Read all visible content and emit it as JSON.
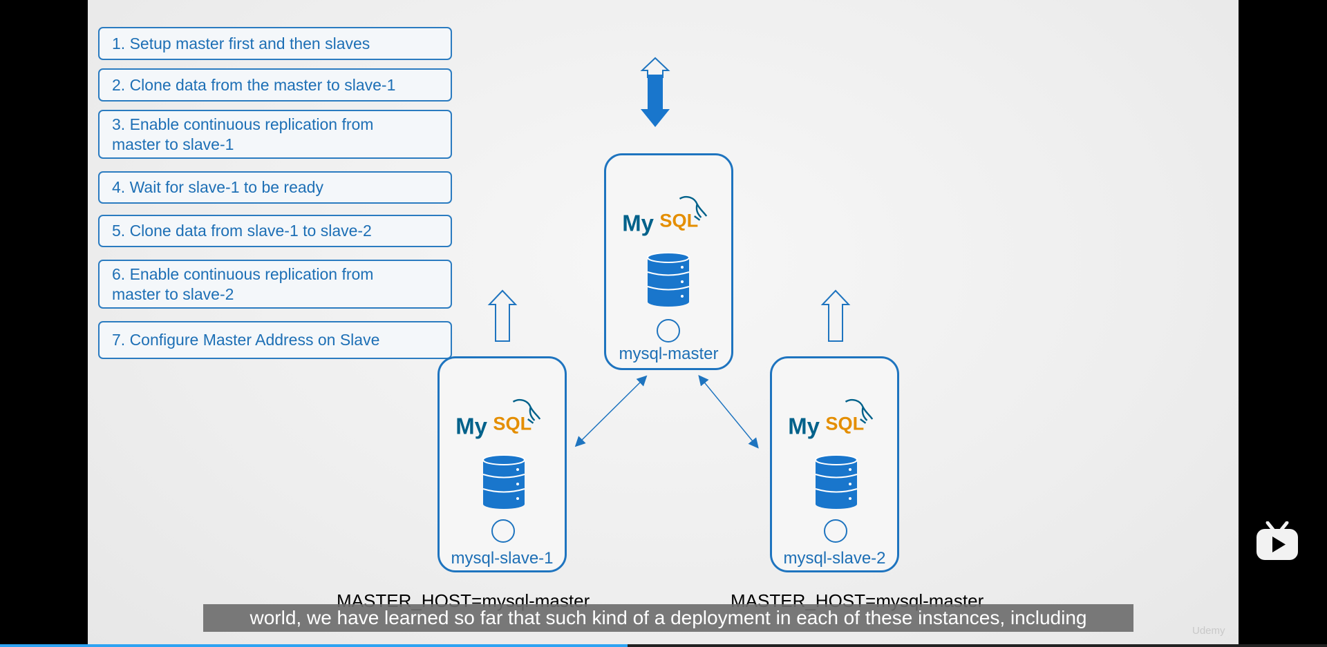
{
  "steps": [
    "1. Setup master first and then slaves",
    "2. Clone data from the master to slave-1",
    "3. Enable continuous replication from master to slave-1",
    "4. Wait for slave-1 to be ready",
    "5. Clone data from slave-1 to slave-2",
    "6. Enable continuous replication from master to slave-2",
    "7. Configure Master Address on Slave"
  ],
  "steps_lines": {
    "s3a": "3. Enable continuous replication from",
    "s3b": "master to slave-1",
    "s6a": "6. Enable continuous replication from",
    "s6b": "master to slave-2"
  },
  "nodes": {
    "master": {
      "label": "mysql-master",
      "logo_text_a": "My",
      "logo_text_b": "SQL"
    },
    "slave1": {
      "label": "mysql-slave-1",
      "logo_text_a": "My",
      "logo_text_b": "SQL",
      "env": "MASTER_HOST=mysql-master"
    },
    "slave2": {
      "label": "mysql-slave-2",
      "logo_text_a": "My",
      "logo_text_b": "SQL",
      "env": "MASTER_HOST=mysql-master"
    }
  },
  "subtitle": "world, we have learned so far that such kind of a deployment in each of these instances, including",
  "watermark": "Udemy",
  "player": {
    "progress_fraction": 0.473,
    "accent": "#2ea3f2"
  },
  "colors": {
    "blue": "#1e74bf",
    "mysql_orange": "#e48e00",
    "mysql_blue": "#00618a"
  },
  "icons": {
    "player_button": "bilibili-tv-icon",
    "db": "database-icon"
  }
}
